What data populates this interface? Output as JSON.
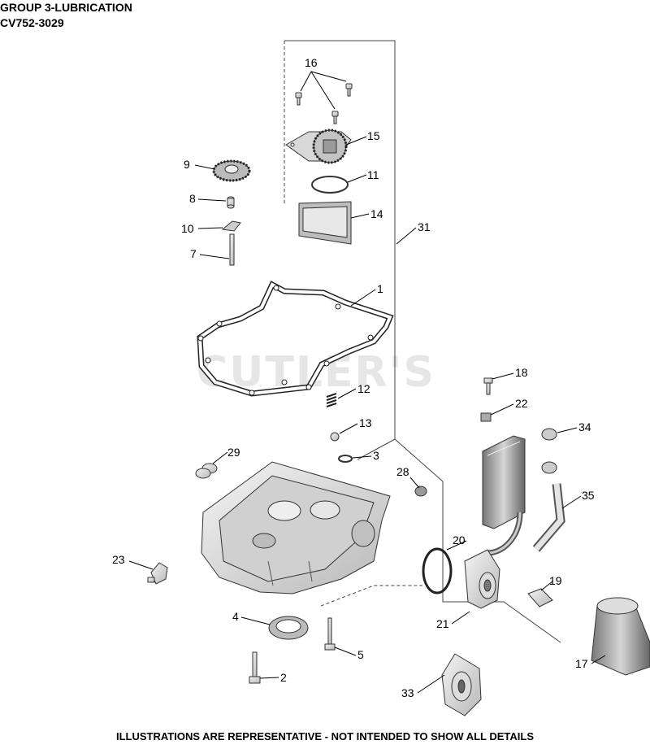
{
  "header": {
    "group_title": "GROUP 3-LUBRICATION",
    "model_number": "CV752-3029"
  },
  "watermark": "CUTLER'S",
  "footer_note": "ILLUSTRATIONS ARE REPRESENTATIVE - NOT INTENDED TO SHOW ALL DETAILS",
  "callouts": [
    "16",
    "15",
    "9",
    "11",
    "8",
    "14",
    "10",
    "31",
    "7",
    "1",
    "12",
    "18",
    "22",
    "13",
    "34",
    "29",
    "3",
    "28",
    "35",
    "20",
    "23",
    "19",
    "21",
    "4",
    "5",
    "17",
    "2",
    "33"
  ]
}
